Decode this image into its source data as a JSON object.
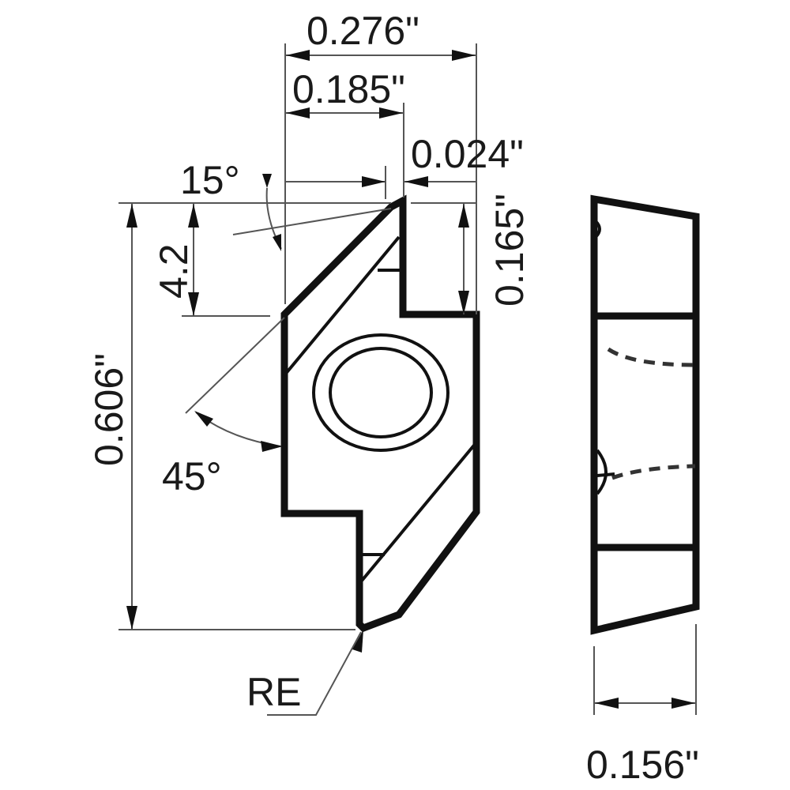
{
  "drawing": {
    "title": "Grooving insert technical drawing",
    "views": {
      "front": "front-view",
      "side": "side-view"
    },
    "dimensions": {
      "overall_width": "0.276\"",
      "inner_width": "0.185\"",
      "step_offset": "0.024\"",
      "step_height": "0.165\"",
      "overall_height": "0.606\"",
      "chip_height": "4.2",
      "thickness": "0.156\""
    },
    "angles": {
      "top_relief": "15°",
      "side_angle": "45°"
    },
    "labels": {
      "corner_radius": "RE"
    }
  }
}
